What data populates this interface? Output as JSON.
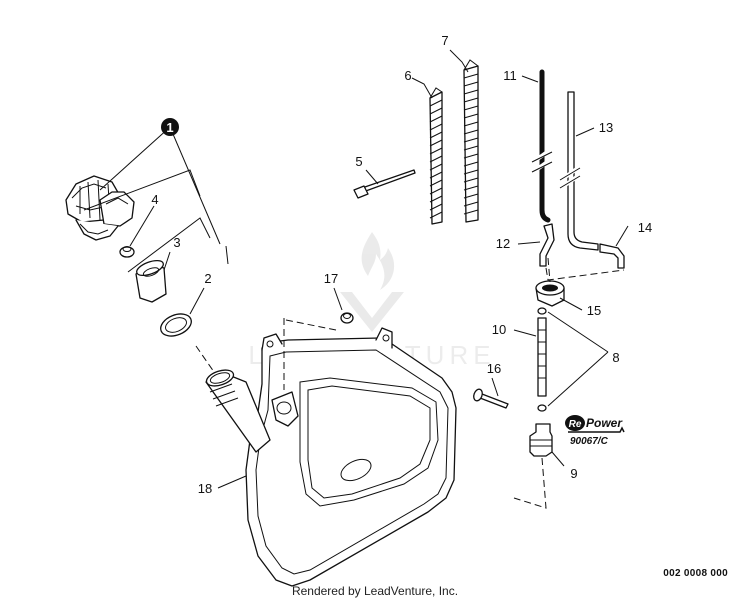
{
  "diagram": {
    "part_numbers": [
      "1",
      "2",
      "3",
      "4",
      "5",
      "6",
      "7",
      "8",
      "9",
      "10",
      "11",
      "12",
      "13",
      "14",
      "15",
      "16",
      "17",
      "18"
    ],
    "repower": {
      "brand_re": "Re",
      "brand_power": "Power",
      "code": "90067/C"
    },
    "drawing_code": "002 0008 000",
    "footer": "Rendered by LeadVenture, Inc.",
    "watermark": "LEADVENTURE",
    "icons": [
      "flame-watermark-icon",
      "repower-badge-icon"
    ]
  }
}
